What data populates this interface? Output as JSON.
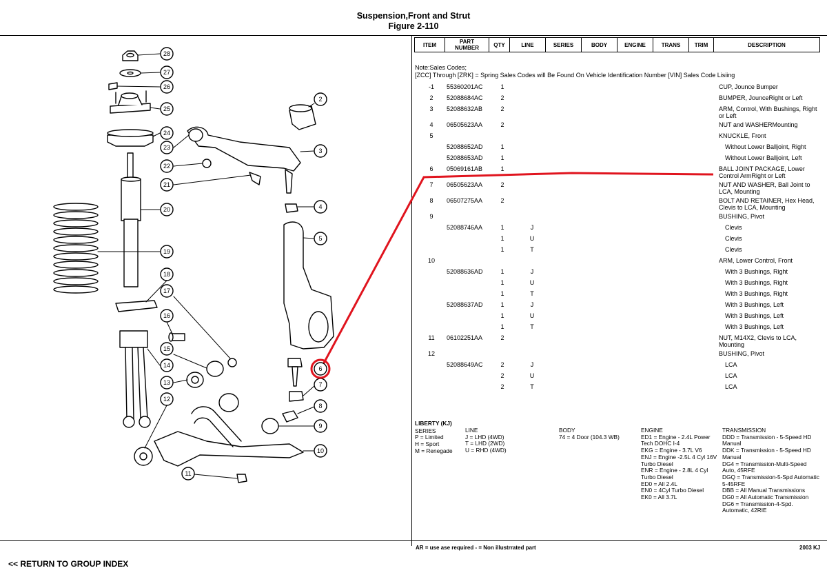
{
  "page": {
    "title": "Suspension,Front and Strut",
    "figure": "Figure 2-110"
  },
  "table_header": [
    "ITEM",
    "PART NUMBER",
    "QTY",
    "LINE",
    "SERIES",
    "BODY",
    "ENGINE",
    "TRANS",
    "TRIM",
    "DESCRIPTION"
  ],
  "note": {
    "line1": "Note:Sales Codes;",
    "line2": "[ZCC] Through [ZRK] = Spring Sales Codes will Be Found On Vehicle Identification Number [VIN] Sales Code Lisiing"
  },
  "parts": [
    {
      "item": "-1",
      "part": "55360201AC",
      "qty": "1",
      "line": "",
      "desc": "CUP, Jounce Bumper"
    },
    {
      "item": "2",
      "part": "52088684AC",
      "qty": "2",
      "line": "",
      "desc": "BUMPER, JounceRight or Left"
    },
    {
      "item": "3",
      "part": "52088632AB",
      "qty": "2",
      "line": "",
      "desc": "ARM, Control, With Bushings, Right or Left"
    },
    {
      "item": "4",
      "part": "06505623AA",
      "qty": "2",
      "line": "",
      "desc": "NUT and WASHERMounting"
    },
    {
      "item": "5",
      "part": "",
      "qty": "",
      "line": "",
      "desc": "KNUCKLE, Front"
    },
    {
      "item": "",
      "part": "52088652AD",
      "qty": "1",
      "line": "",
      "desc": "Without Lower Balljoint, Right"
    },
    {
      "item": "",
      "part": "52088653AD",
      "qty": "1",
      "line": "",
      "desc": "Without Lower Balljoint, Left"
    },
    {
      "item": "6",
      "part": "05069161AB",
      "qty": "1",
      "line": "",
      "desc": "BALL JOINT PACKAGE, Lower Control ArmRight or Left"
    },
    {
      "item": "7",
      "part": "06505623AA",
      "qty": "2",
      "line": "",
      "desc": "NUT AND WASHER, Ball Joint to LCA, Mounting"
    },
    {
      "item": "8",
      "part": "06507275AA",
      "qty": "2",
      "line": "",
      "desc": "BOLT AND RETAINER, Hex Head, Clevis to LCA, Mounting"
    },
    {
      "item": "9",
      "part": "",
      "qty": "",
      "line": "",
      "desc": "BUSHING, Pivot"
    },
    {
      "item": "",
      "part": "52088746AA",
      "qty": "1",
      "line": "J",
      "desc": "Clevis"
    },
    {
      "item": "",
      "part": "",
      "qty": "1",
      "line": "U",
      "desc": "Clevis"
    },
    {
      "item": "",
      "part": "",
      "qty": "1",
      "line": "T",
      "desc": "Clevis"
    },
    {
      "item": "10",
      "part": "",
      "qty": "",
      "line": "",
      "desc": "ARM, Lower Control, Front"
    },
    {
      "item": "",
      "part": "52088636AD",
      "qty": "1",
      "line": "J",
      "desc": "With 3 Bushings, Right"
    },
    {
      "item": "",
      "part": "",
      "qty": "1",
      "line": "U",
      "desc": "With 3 Bushings, Right"
    },
    {
      "item": "",
      "part": "",
      "qty": "1",
      "line": "T",
      "desc": "With 3 Bushings, Right"
    },
    {
      "item": "",
      "part": "52088637AD",
      "qty": "1",
      "line": "J",
      "desc": "With 3 Bushings, Left"
    },
    {
      "item": "",
      "part": "",
      "qty": "1",
      "line": "U",
      "desc": "With 3 Bushings, Left"
    },
    {
      "item": "",
      "part": "",
      "qty": "1",
      "line": "T",
      "desc": "With 3 Bushings, Left"
    },
    {
      "item": "11",
      "part": "06102251AA",
      "qty": "2",
      "line": "",
      "desc": "NUT, M14X2, Clevis to LCA, Mounting"
    },
    {
      "item": "12",
      "part": "",
      "qty": "",
      "line": "",
      "desc": "BUSHING, Pivot"
    },
    {
      "item": "",
      "part": "52088649AC",
      "qty": "2",
      "line": "J",
      "desc": "LCA"
    },
    {
      "item": "",
      "part": "",
      "qty": "2",
      "line": "U",
      "desc": "LCA"
    },
    {
      "item": "",
      "part": "",
      "qty": "2",
      "line": "T",
      "desc": "LCA"
    }
  ],
  "legend": {
    "title": "LIBERTY (KJ)",
    "series": {
      "heading": "SERIES",
      "items": [
        "P = Limited",
        "H = Sport",
        "M = Renegade"
      ]
    },
    "line": {
      "heading": "LINE",
      "items": [
        "J = LHD (4WD)",
        "T = LHD (2WD)",
        "U = RHD (4WD)"
      ]
    },
    "body": {
      "heading": "BODY",
      "items": [
        "74 = 4 Door (104.3 WB)"
      ]
    },
    "engine": {
      "heading": "ENGINE",
      "items": [
        "ED1 = Engine - 2.4L Power",
        "Tech DOHC I-4",
        "EKG = Engine - 3.7L V6",
        "ENJ = Engine -2.5L 4 Cyl 16V",
        "Turbo Diesel",
        "ENR = Engine - 2.8L 4 Cyl",
        "Turbo Diesel",
        "ED0 = All 2.4L",
        "EN0 = 4Cyl Turbo Diesel",
        "EK0 = All 3.7L"
      ]
    },
    "transmission": {
      "heading": "TRANSMISSION",
      "items": [
        "DDD = Transmission - 5-Speed HD",
        "Manual",
        "DDK = Transmission - 5-Speed HD",
        "Manual",
        "DG4 = Transmission-Multi-Speed",
        "Auto, 45RFE",
        "DGQ = Transmission-5-Spd Automatic",
        "5-45RFE",
        "DBB = All Manual Transmissions",
        "DG0 = All Automatic Transmission",
        "DG6 = Transmission-4-Spd.",
        "Automatic, 42RIE"
      ]
    }
  },
  "footer": {
    "note": "AR = use ase required    - = Non illustrrated part",
    "code": "2003  KJ",
    "return_link": "<< RETURN TO GROUP INDEX"
  },
  "callouts": [
    "28",
    "27",
    "26",
    "25",
    "24",
    "23",
    "22",
    "21",
    "20",
    "19",
    "18",
    "17",
    "16",
    "15",
    "14",
    "13",
    "12",
    "11",
    "10",
    "9",
    "8",
    "7",
    "6",
    "5",
    "4",
    "3",
    "2"
  ],
  "highlight_color": "#e0141e"
}
